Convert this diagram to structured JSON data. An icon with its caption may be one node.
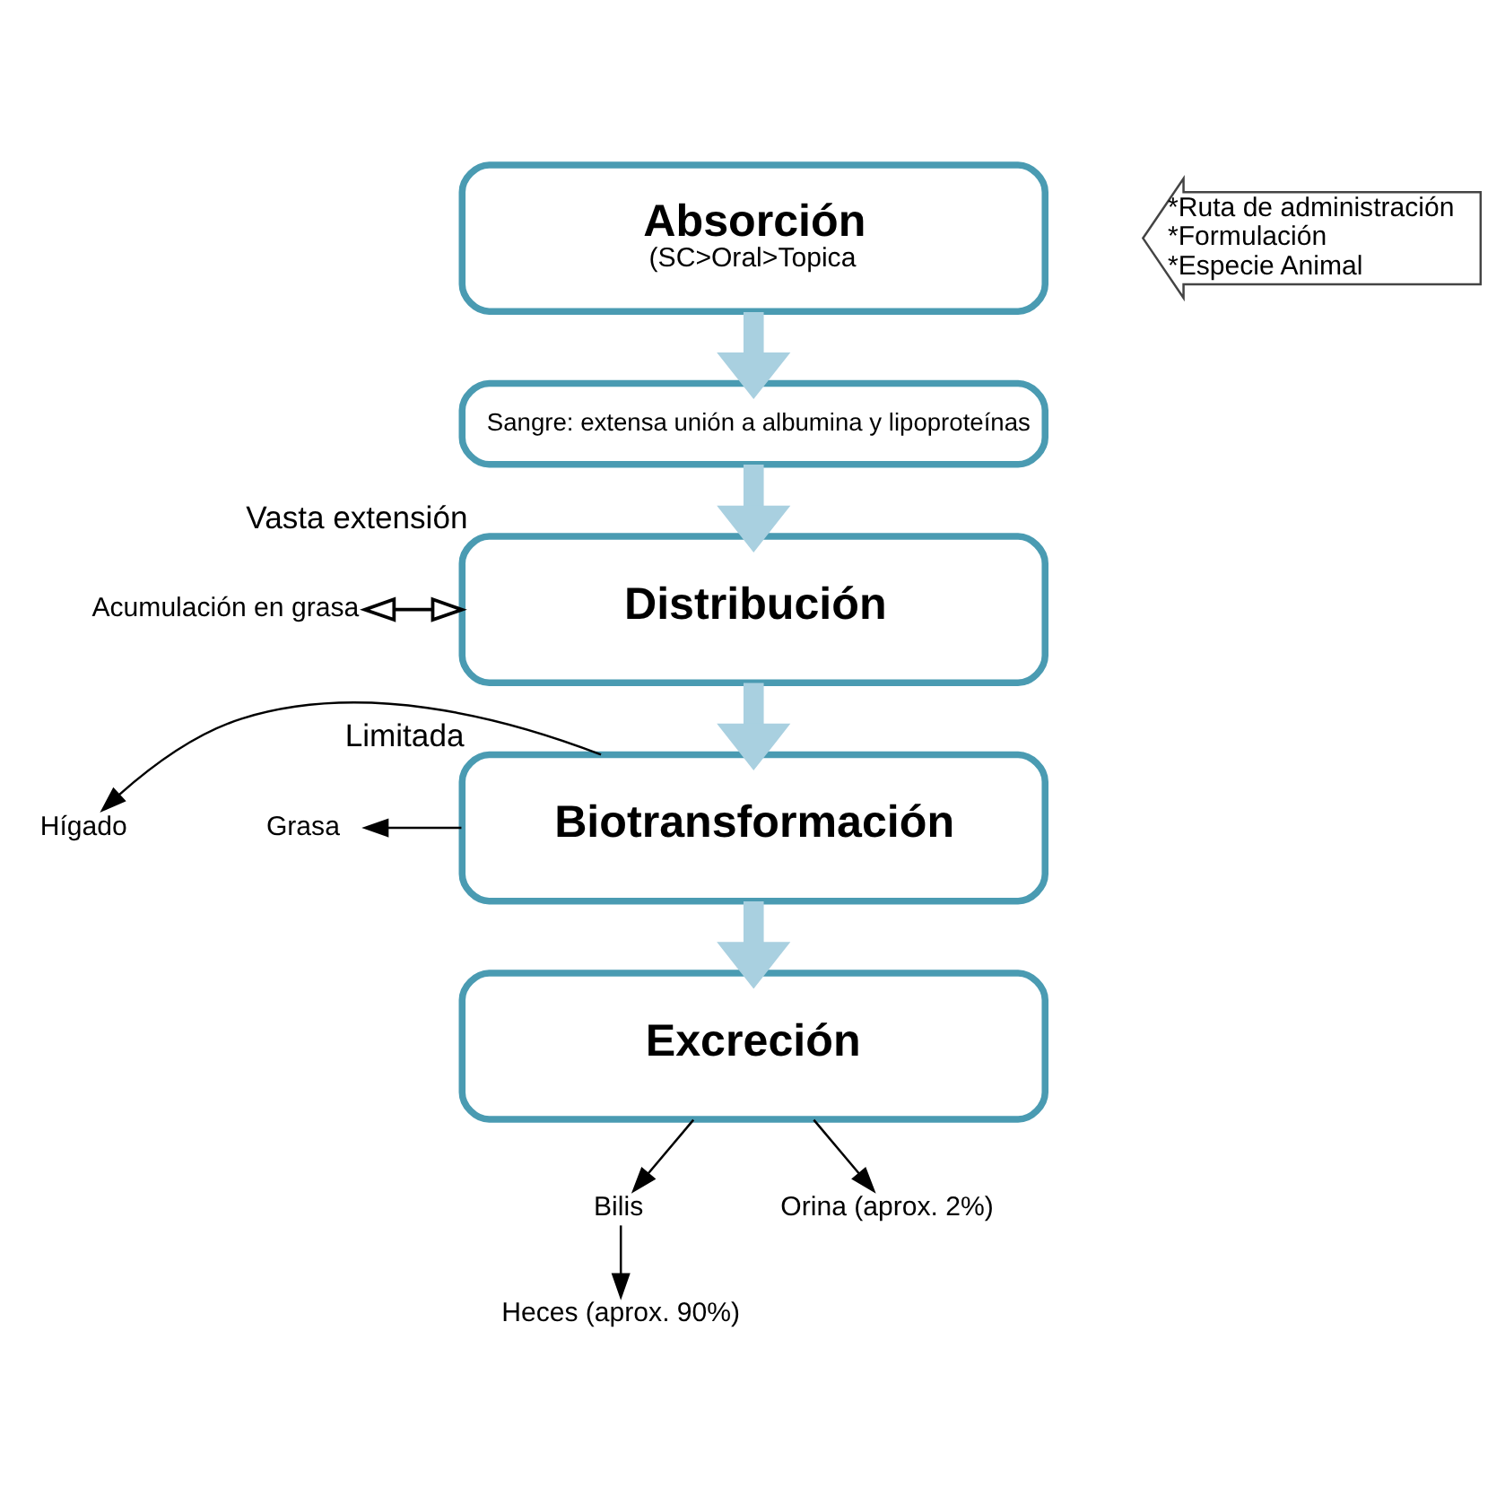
{
  "diagram": {
    "nodes": [
      {
        "text": [
          "Absorción",
          "(SC>Oral>Topica"
        ]
      },
      {
        "text": [
          "*Ruta de administración",
          "*Formulación",
          "*Especie Animal"
        ]
      },
      {
        "text": [
          "Sangre: extensa unión a albumina y lipoproteínas"
        ]
      },
      {
        "text": [
          "Acumulación en grasa"
        ]
      },
      {
        "text": [
          "Distribución"
        ],
        "beside": [
          "Vasta extensión"
        ]
      },
      {
        "text": [
          "Hígado"
        ]
      },
      {
        "text": [
          "Grasa"
        ]
      },
      {
        "text": [
          "Biotransformación"
        ],
        "beside": [
          "Limitada"
        ]
      },
      {
        "text": [
          "Excreción"
        ]
      },
      {
        "text": [
          "Bilis"
        ]
      },
      {
        "text": [
          "Heces (aprox. 90%)"
        ]
      },
      {
        "text": [
          "Orina (aprox. 2%)"
        ]
      }
    ],
    "edges": [
      {
        "from": 0,
        "to": 2,
        "arrow": "to",
        "style": "thick",
        "color": "#a9d0e0"
      },
      {
        "from": 2,
        "to": 4,
        "arrow": "to",
        "style": "thick",
        "color": "#a9d0e0"
      },
      {
        "from": 3,
        "to": 4,
        "arrow": "both"
      },
      {
        "from": 4,
        "to": 7,
        "arrow": "to",
        "style": "thick",
        "color": "#a9d0e0"
      },
      {
        "from": 7,
        "to": 5,
        "arrow": "to"
      },
      {
        "from": 7,
        "to": 6,
        "arrow": "to"
      },
      {
        "from": 7,
        "to": 8,
        "arrow": "to",
        "style": "thick",
        "color": "#a9d0e0"
      },
      {
        "from": 8,
        "to": 9,
        "arrow": "to"
      },
      {
        "from": 8,
        "to": 11,
        "arrow": "to"
      },
      {
        "from": 9,
        "to": 10,
        "arrow": "to"
      }
    ]
  }
}
